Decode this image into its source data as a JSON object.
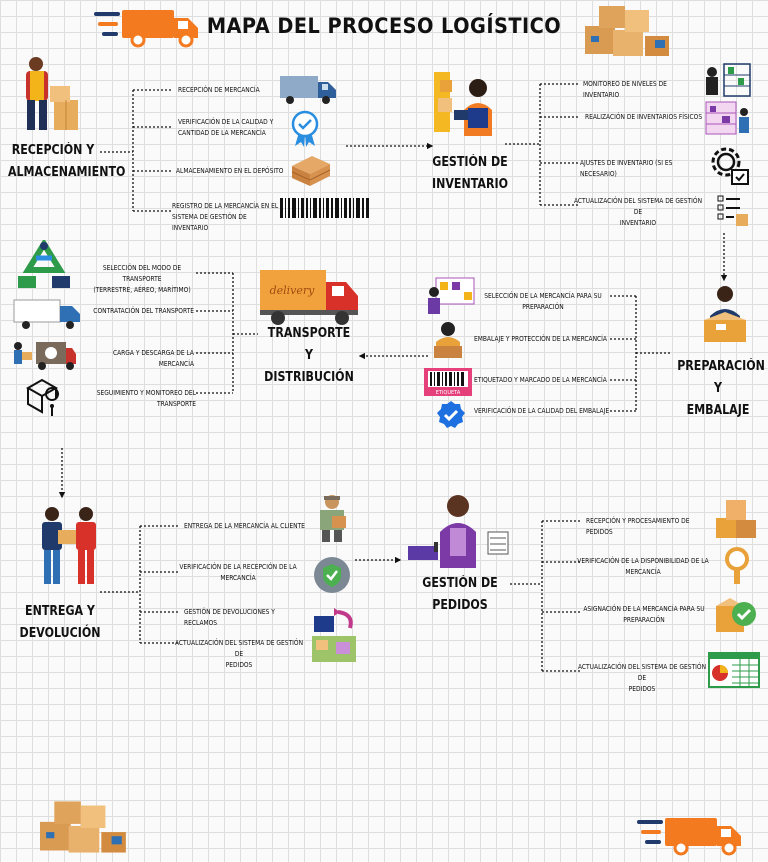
{
  "title": "MAPA DEL PROCESO LOGÍSTICO",
  "colors": {
    "truck_orange": "#f47a20",
    "check_blue": "#1e6fe0",
    "line": "#111111"
  },
  "hubs": {
    "recepcion": {
      "line1": "RECEPCIÓN Y",
      "line2": "ALMACENAMIENTO"
    },
    "inventario": {
      "line1": "GESTIÓN DE",
      "line2": "INVENTARIO"
    },
    "transporte": {
      "line1": "TRANSPORTE Y",
      "line2": "DISTRIBUCIÓN"
    },
    "preparacion": {
      "line1": "PREPARACIÓN Y",
      "line2": "EMBALAJE"
    },
    "entrega": {
      "line1": "ENTREGA Y",
      "line2": "DEVOLUCIÓN"
    },
    "pedidos": {
      "line1": "GESTIÓN DE PEDIDOS"
    }
  },
  "recepcion_items": [
    {
      "line1": "Recepción de mercancía"
    },
    {
      "line1": "Verificación de la calidad y",
      "line2": "cantidad de la mercancía"
    },
    {
      "line1": "Almacenamiento en el depósito"
    },
    {
      "line1": "Registro de la mercancía en el",
      "line2": "sistema de gestión de inventario"
    }
  ],
  "inventario_items": [
    {
      "line1": "Monitoreo de niveles de inventario"
    },
    {
      "line1": "Realización de inventarios físicos"
    },
    {
      "line1": "Ajustes de inventario (si es necesario)"
    },
    {
      "line1": "Actualización del sistema de gestión de",
      "line2": "inventario"
    }
  ],
  "transporte_items": [
    {
      "line1": "Selección del modo de transporte",
      "line2": "(terrestre, aéreo, marítimo)"
    },
    {
      "line1": "Contratación del transporte"
    },
    {
      "line1": "Carga y descarga de la mercancía"
    },
    {
      "line1": "Seguimiento y monitoreo del transporte"
    }
  ],
  "preparacion_items": [
    {
      "line1": "Selección de la mercancía para su",
      "line2": "preparación"
    },
    {
      "line1": "Embalaje y protección de la mercancía"
    },
    {
      "line1": "Etiquetado y marcado de la mercancía"
    },
    {
      "line1": "Verificación de la calidad del embalaje"
    }
  ],
  "entrega_items": [
    {
      "line1": "Entrega de la mercancía al cliente"
    },
    {
      "line1": "Verificación de la recepción de la",
      "line2": "mercancía"
    },
    {
      "line1": "Gestión de devoluciones y reclamos"
    },
    {
      "line1": "Actualización del sistema de gestión de",
      "line2": "pedidos"
    }
  ],
  "pedidos_items": [
    {
      "line1": "Recepción y procesamiento de pedidos"
    },
    {
      "line1": "Verificación de la disponibilidad de la",
      "line2": "mercancía"
    },
    {
      "line1": "Asignación de la mercancía para su",
      "line2": "preparación"
    },
    {
      "line1": "Actualización del sistema de gestión de",
      "line2": "pedidos"
    }
  ],
  "truck_text": "delivery",
  "barcode_text": "ETIQUETA",
  "icons": [
    "fast-truck-icon",
    "boxes-stack-icon",
    "worker-with-boxes-icon",
    "van-icon",
    "quality-badge-icon",
    "wooden-pallets-icon",
    "barcode-icon",
    "inventory-worker-icon",
    "warehouse-shelves-icon",
    "person-checking-shelves-icon",
    "gear-settings-icon",
    "checklist-icon",
    "recycling-transport-icon",
    "white-truck-icon",
    "loading-truck-icon",
    "box-location-icon",
    "delivery-truck-icon",
    "picking-icon",
    "packing-worker-icon",
    "barcode-label-icon",
    "verified-check-icon",
    "packer-icon",
    "courier-woman-icon",
    "deliveryman-icon",
    "shield-check-icon",
    "return-box-icon",
    "office-woman-laptop-icon",
    "boxes-icon",
    "magnifier-icon",
    "box-check-icon",
    "spreadsheet-icon"
  ]
}
